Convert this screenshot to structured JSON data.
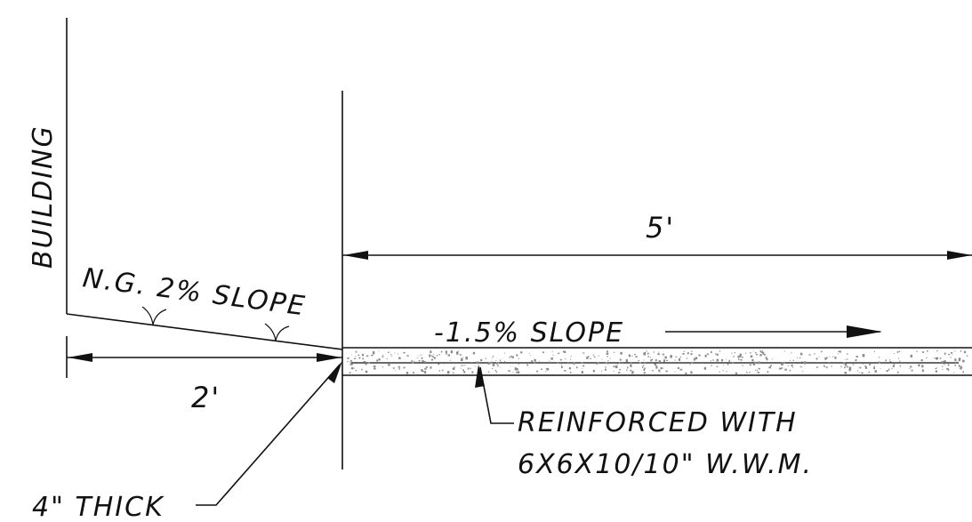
{
  "labels": {
    "building": "BUILDING",
    "dimension_five": "5'",
    "dimension_two": "2'",
    "ng_slope": "N.G. 2% SLOPE",
    "walk_slope": "-1.5% SLOPE",
    "reinforced_line1": "REINFORCED WITH",
    "reinforced_line2": "6X6X10/10\" W.W.M.",
    "thickness": "4\" THICK"
  },
  "colors": {
    "ink": "#111111",
    "concrete_speckle": "#8a8a8a"
  }
}
